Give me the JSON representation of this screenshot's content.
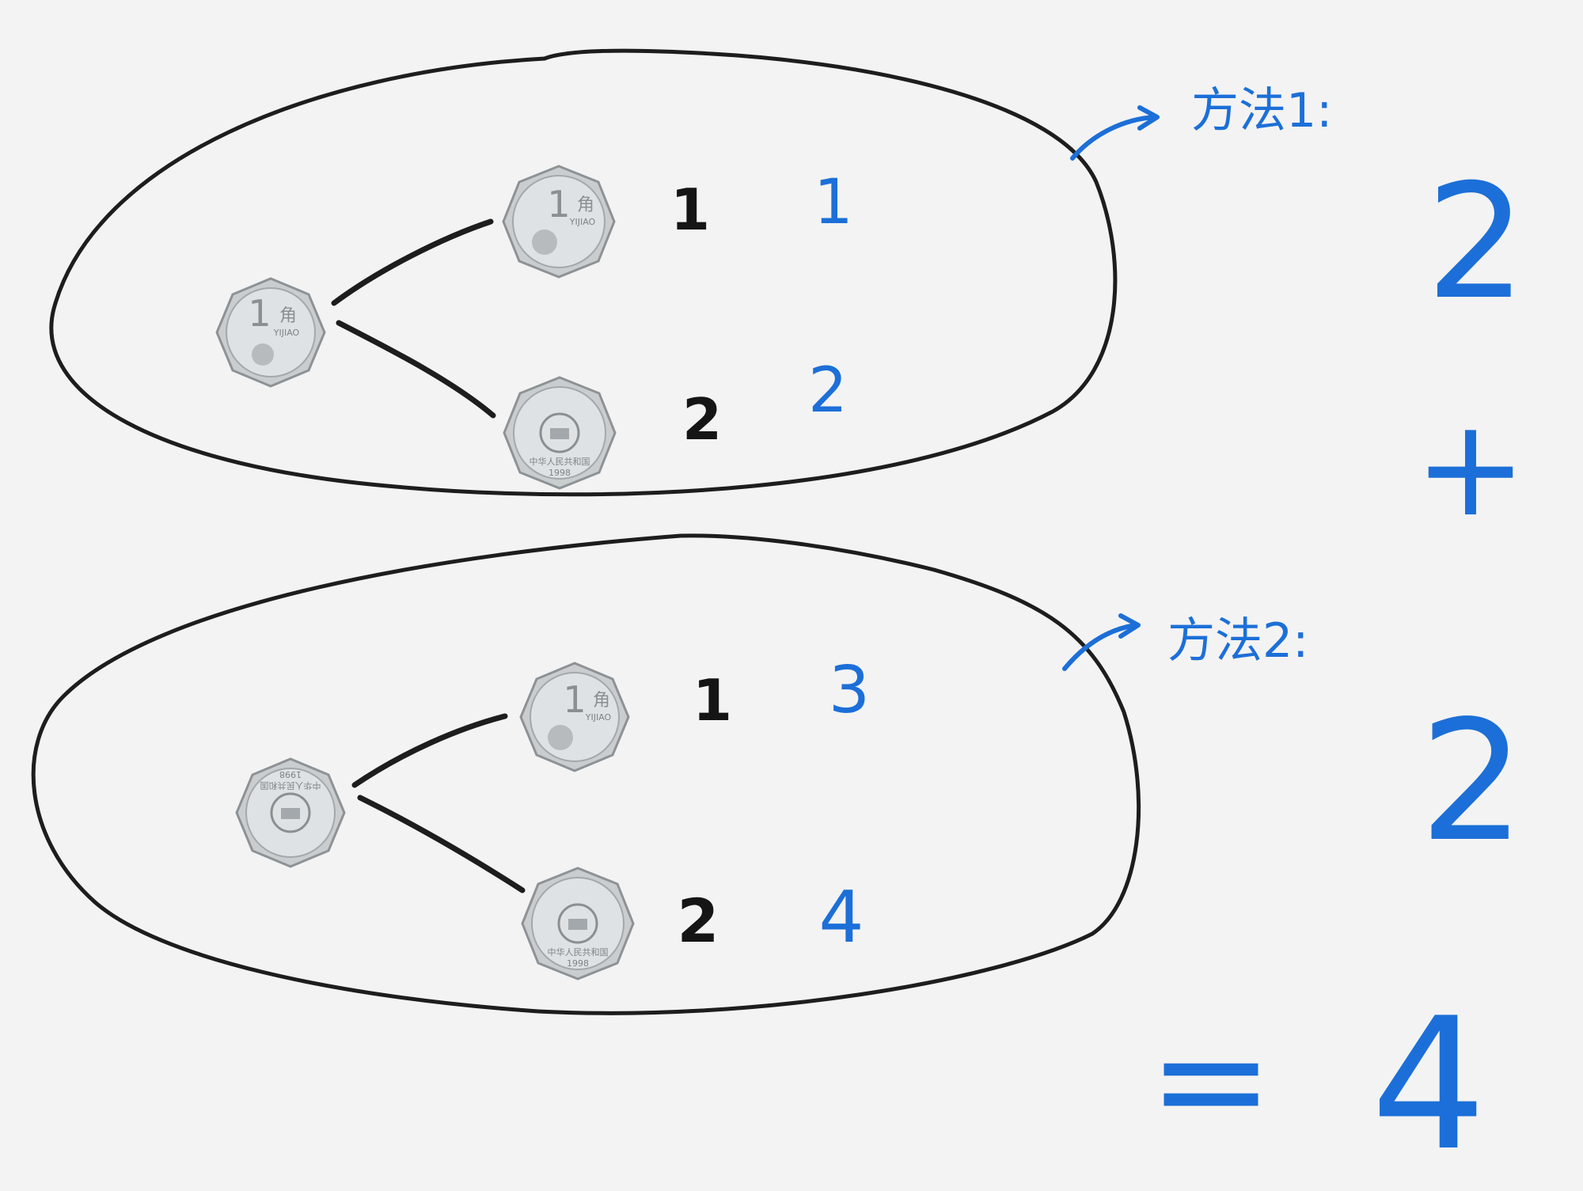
{
  "method1": {
    "label": "方法1:",
    "first_pick_number": "1",
    "second_pick_number": "2",
    "first_pick_count": "1",
    "second_pick_count": "2"
  },
  "method2": {
    "label": "方法2:",
    "first_pick_number": "1",
    "second_pick_number": "2",
    "first_pick_count": "3",
    "second_pick_count": "4"
  },
  "equation": {
    "term1": "2",
    "plus": "+",
    "term2": "2",
    "equals": "=",
    "result": "4"
  },
  "coins": {
    "value_numeral": "1",
    "value_char": "角",
    "value_pinyin": "YIJIAO",
    "country_char": "中华人民共和国",
    "year": "1998"
  },
  "colors": {
    "black_ink": "#151515",
    "blue_ink": "#1c6fd8",
    "board": "#f3f3f3",
    "coin": "#c9cdd0"
  }
}
